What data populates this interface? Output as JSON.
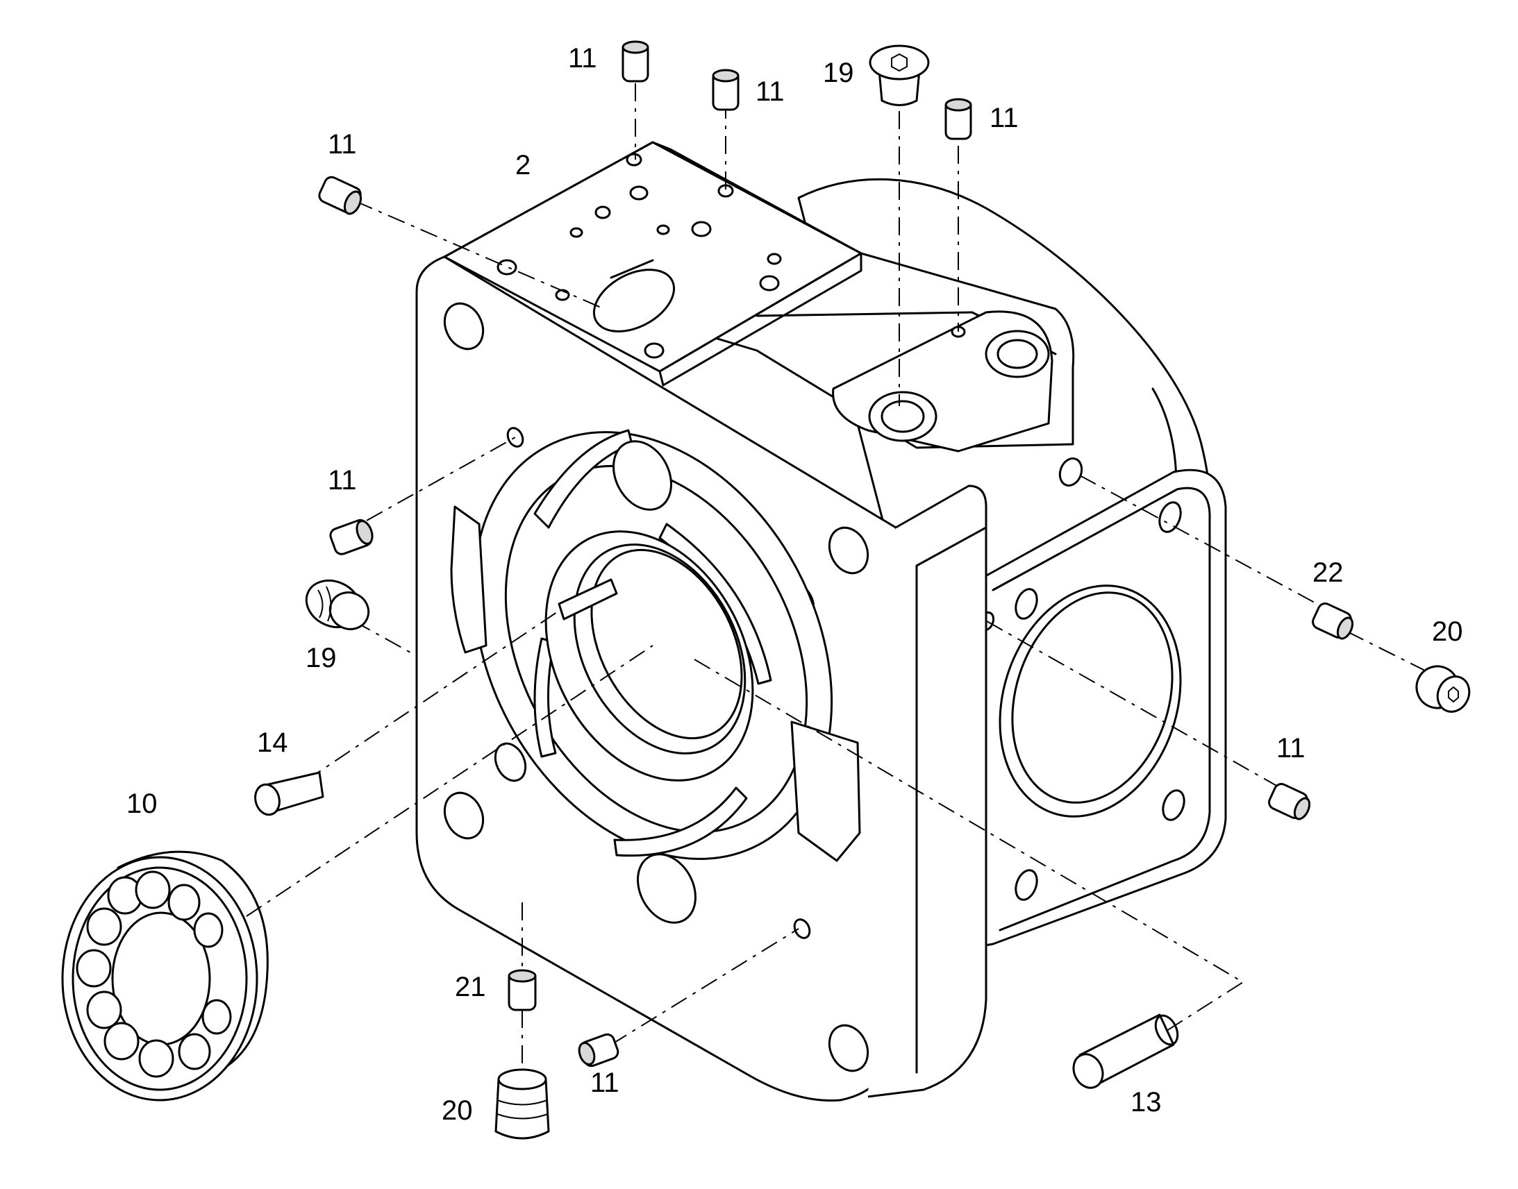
{
  "callouts": [
    {
      "id": "c1",
      "label": "11"
    },
    {
      "id": "c2",
      "label": "11"
    },
    {
      "id": "c3",
      "label": "19"
    },
    {
      "id": "c4",
      "label": "11"
    },
    {
      "id": "c5",
      "label": "11"
    },
    {
      "id": "c6",
      "label": "2"
    },
    {
      "id": "c7",
      "label": "11"
    },
    {
      "id": "c8",
      "label": "19"
    },
    {
      "id": "c9",
      "label": "22"
    },
    {
      "id": "c10",
      "label": "20"
    },
    {
      "id": "c11",
      "label": "14"
    },
    {
      "id": "c12",
      "label": "11"
    },
    {
      "id": "c13",
      "label": "10"
    },
    {
      "id": "c14",
      "label": "21"
    },
    {
      "id": "c15",
      "label": "11"
    },
    {
      "id": "c16",
      "label": "20"
    },
    {
      "id": "c17",
      "label": "13"
    }
  ]
}
